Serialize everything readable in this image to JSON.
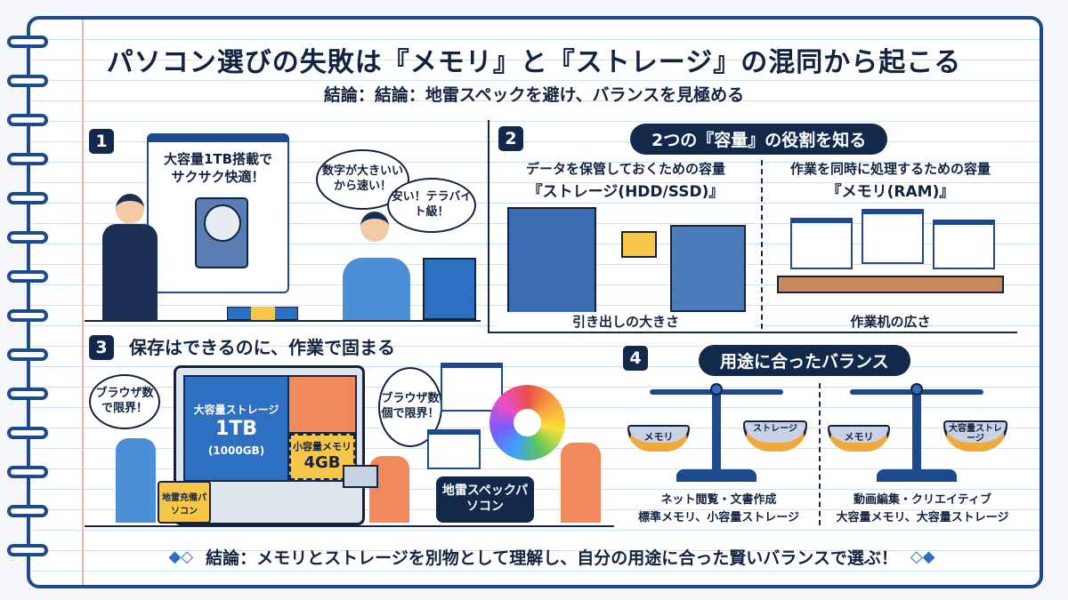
{
  "header": {
    "title": "パソコン選びの失敗は『メモリ』と『ストレージ』の混同から起こる",
    "subtitle": "結論：結論：地雷スペックを避け、バランスを見極める"
  },
  "panel1": {
    "number": "1",
    "ad_text_1": "大容量1TB搭載で",
    "ad_text_2": "サクサク快適！",
    "bubble1": "数字が大きいいから速い！",
    "bubble2": "安い！テラバイト級！"
  },
  "panel2": {
    "number": "2",
    "heading": "2つの『容量』の役割を知る",
    "storage": {
      "desc": "データを保管しておくための容量",
      "name": "『ストレージ(HDD/SSD)』",
      "caption": "引き出しの大きさ"
    },
    "memory": {
      "desc": "作業を同時に処理するための容量",
      "name": "『メモリ(RAM)』",
      "caption": "作業机の広さ"
    }
  },
  "panel3": {
    "number": "3",
    "heading": "保存はできるのに、作業で固まる",
    "bubble_left": "ブラウザ数で限界！",
    "storage_label": "大容量ストレージ",
    "storage_value": "1TB",
    "storage_sub": "(1000GB)",
    "memory_label": "小容量メモリ",
    "memory_value": "4GB",
    "folder_label": "地雷充備パソコン",
    "bubble_right": "ブラウザ数個で限界！",
    "badge": "地雷スペックパソコン"
  },
  "panel4": {
    "number": "4",
    "heading": "用途に合ったバランス",
    "left": {
      "pan_left": "メモリ",
      "pan_right": "ストレージ",
      "use": "ネット閲覧・文書作成",
      "spec": "標準メモリ、小容量ストレージ"
    },
    "right": {
      "pan_left": "メモリ",
      "pan_right": "大容量ストレージ",
      "use": "動画編集・クリエイティブ",
      "spec": "大容量メモリ、大容量ストレージ"
    }
  },
  "footer": {
    "text": "結論：メモリとストレージを別物として理解し、自分の用途に合った賢いバランスで選ぶ！"
  },
  "colors": {
    "navy": "#13294b",
    "blue": "#2d6fc0",
    "yellow": "#f7c548",
    "orange": "#f08a5d"
  }
}
